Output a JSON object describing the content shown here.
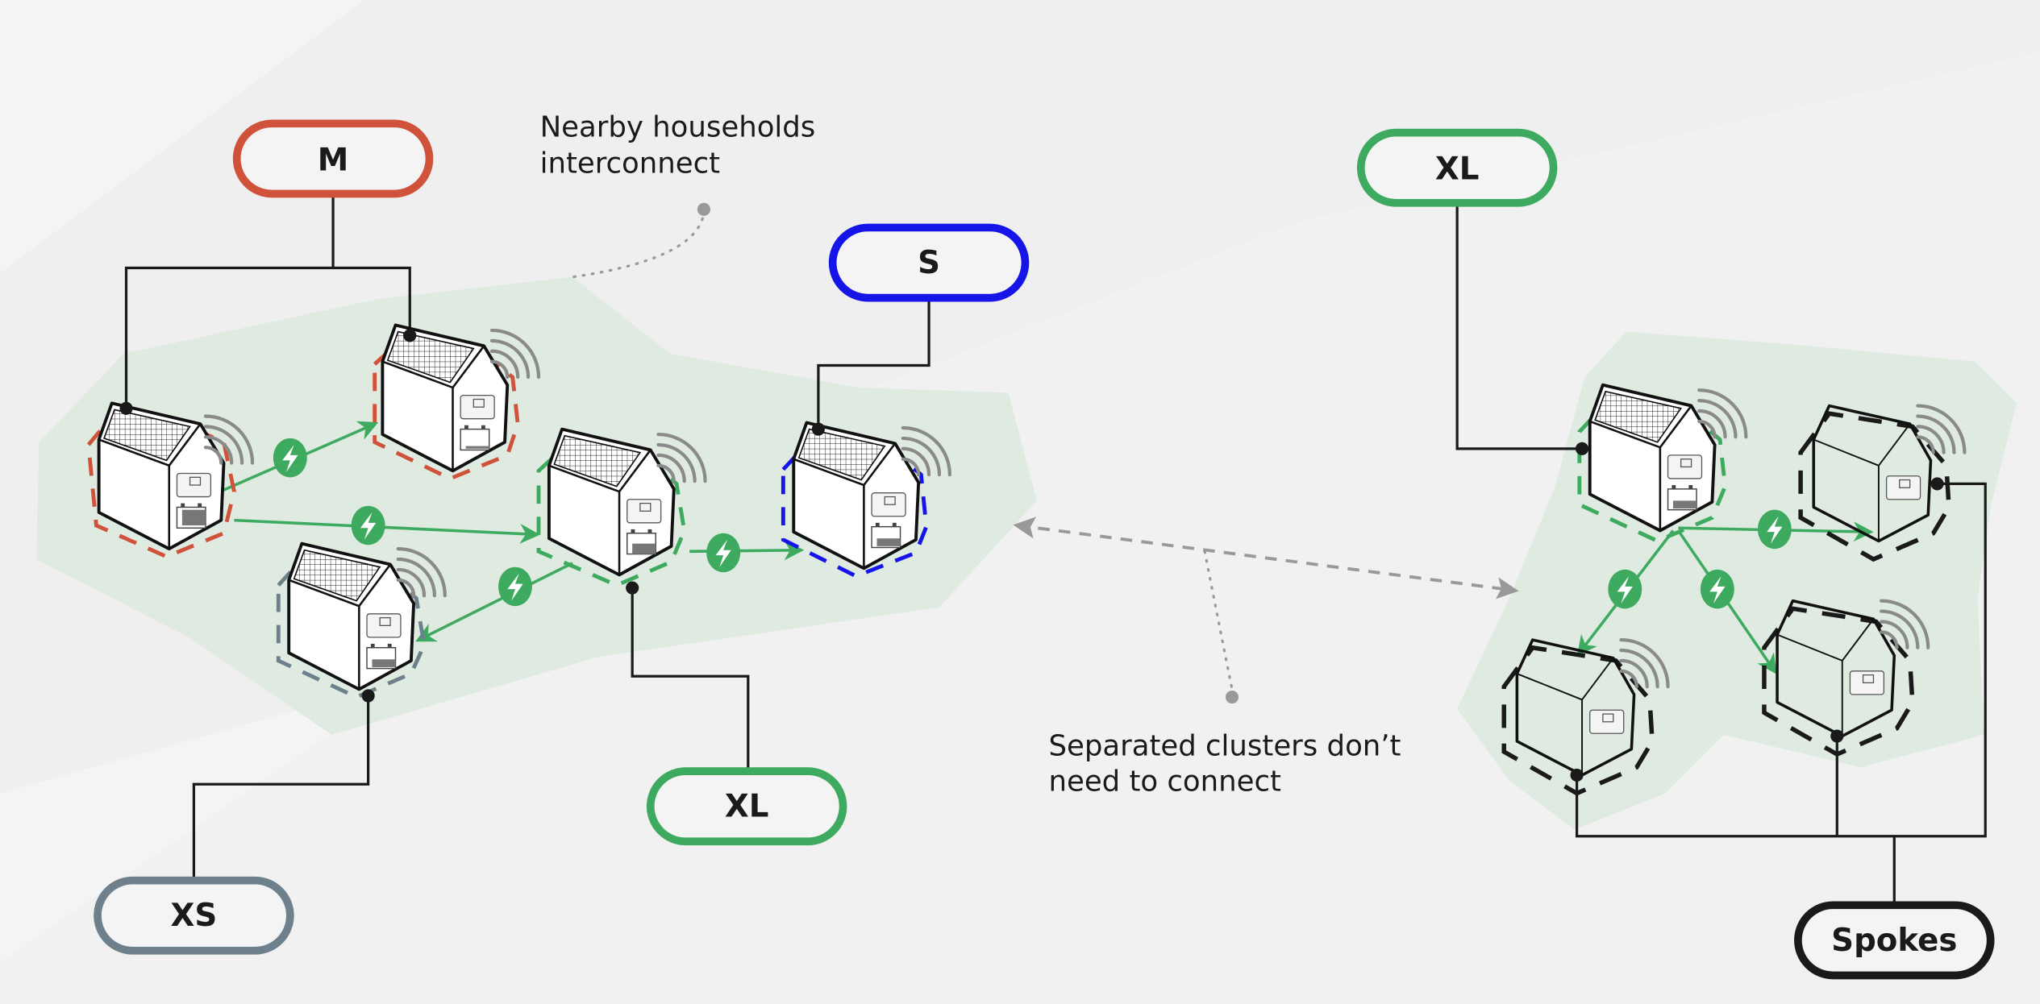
{
  "colors": {
    "background": "#f4f4f4",
    "background_band": "#efefef",
    "cluster_fill": "#dfeae1",
    "energy_green": "#3DAA5F",
    "size_m": "#D0523A",
    "size_s": "#1515E8",
    "size_xl": "#3DAA5F",
    "size_xs": "#6E808C",
    "spokes": "#1a1a1a",
    "wire": "#1a1a1a",
    "annotation_gray": "#8f8f8f",
    "signal_gray": "#8a8a8a"
  },
  "annotations": {
    "nearby": [
      "Nearby households",
      "interconnect"
    ],
    "separated": [
      "Separated clusters don’t",
      "need to connect"
    ]
  },
  "pills": {
    "m": {
      "label": "M",
      "color_key": "size_m"
    },
    "s": {
      "label": "S",
      "color_key": "size_s"
    },
    "xl_left": {
      "label": "XL",
      "color_key": "size_xl"
    },
    "xs": {
      "label": "XS",
      "color_key": "size_xs"
    },
    "xl_right": {
      "label": "XL",
      "color_key": "size_xl"
    },
    "spokes": {
      "label": "Spokes",
      "color_key": "spokes"
    }
  },
  "clusters": [
    {
      "name": "left-cluster",
      "households": [
        {
          "id": "h1",
          "size": "M",
          "solar": true,
          "battery": true,
          "battery_level": 0.9
        },
        {
          "id": "h2",
          "size": "M",
          "solar": true,
          "battery": true,
          "battery_level": 0.1
        },
        {
          "id": "h3",
          "size": "XS",
          "solar": true,
          "battery": true,
          "battery_level": 0.4
        },
        {
          "id": "h4",
          "size": "XL",
          "solar": true,
          "battery": true,
          "battery_level": 0.5
        },
        {
          "id": "h5",
          "size": "S",
          "solar": true,
          "battery": true,
          "battery_level": 0.35
        }
      ],
      "energy_links": [
        [
          "h1",
          "h2"
        ],
        [
          "h1",
          "h4"
        ],
        [
          "h4",
          "h3"
        ],
        [
          "h4",
          "h5"
        ]
      ]
    },
    {
      "name": "right-cluster",
      "households": [
        {
          "id": "r1",
          "size": "XL",
          "solar": true,
          "battery": true,
          "battery_level": 0.35
        },
        {
          "id": "r2",
          "size": "Spokes",
          "solar": false,
          "battery": false
        },
        {
          "id": "r3",
          "size": "Spokes",
          "solar": false,
          "battery": false
        },
        {
          "id": "r4",
          "size": "Spokes",
          "solar": false,
          "battery": false
        }
      ],
      "energy_links": [
        [
          "r1",
          "r2"
        ],
        [
          "r1",
          "r3"
        ],
        [
          "r1",
          "r4"
        ]
      ]
    }
  ],
  "icons": {
    "energy": "lightning-bolt",
    "wireless": "signal-waves",
    "house": "house",
    "solar": "solar-panel",
    "battery": "battery",
    "inverter": "inverter-box"
  }
}
